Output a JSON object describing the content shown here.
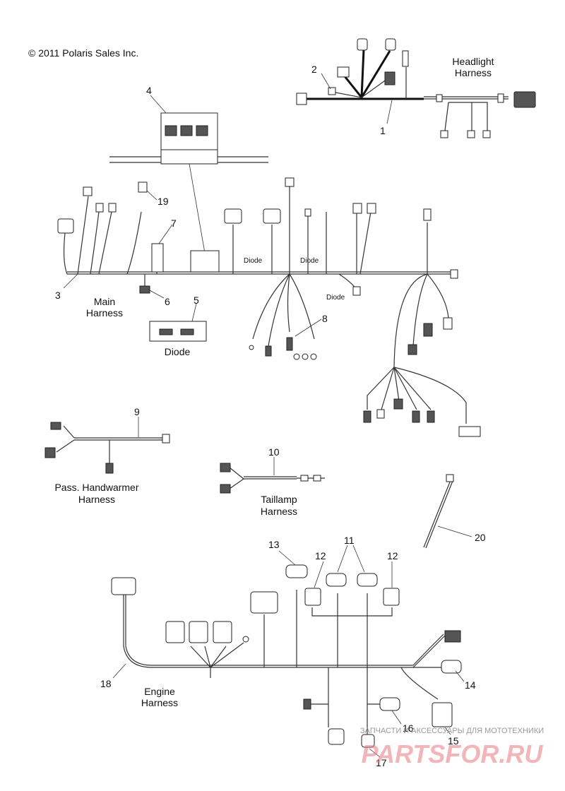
{
  "copyright": "© 2011 Polaris Sales Inc.",
  "callouts": {
    "c1": "1",
    "c2": "2",
    "c3": "3",
    "c4": "4",
    "c5": "5",
    "c6": "6",
    "c7": "7",
    "c8": "8",
    "c9": "9",
    "c10": "10",
    "c11": "11",
    "c12a": "12",
    "c12b": "12",
    "c13": "13",
    "c14": "14",
    "c15": "15",
    "c16": "16",
    "c17": "17",
    "c18": "18",
    "c19": "19",
    "c20": "20"
  },
  "labels": {
    "headlight_l1": "Headlight",
    "headlight_l2": "Harness",
    "main_l1": "Main",
    "main_l2": "Harness",
    "diode_part": "Diode",
    "diode_1": "Diode",
    "diode_2": "Diode",
    "diode_3": "Diode",
    "handwarmer_l1": "Pass. Handwarmer",
    "handwarmer_l2": "Harness",
    "taillamp_l1": "Taillamp",
    "taillamp_l2": "Harness",
    "engine_l1": "Engine",
    "engine_l2": "Harness"
  },
  "watermark": {
    "subtitle": "ЗАПЧАСТИ И АКСЕССУАРЫ ДЛЯ МОТОТЕХНИКИ",
    "logo": "PARTSFOR.RU"
  }
}
